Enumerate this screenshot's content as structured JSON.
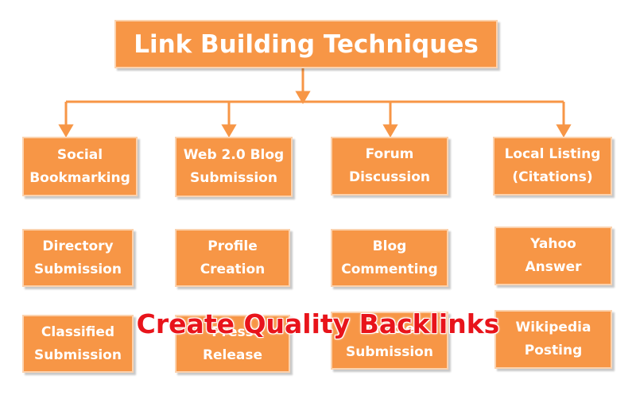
{
  "diagram": {
    "title": "Link Building Techniques",
    "columns": [
      {
        "header": [
          "Social",
          "Bookmarking"
        ],
        "items": [
          [
            "Directory",
            "Submission"
          ],
          [
            "Classified",
            "Submission"
          ]
        ]
      },
      {
        "header": [
          "Web 2.0 Blog",
          "Submission"
        ],
        "items": [
          [
            "Profile",
            "Creation"
          ],
          [
            "Press",
            "Release"
          ]
        ]
      },
      {
        "header": [
          "Forum",
          "Discussion"
        ],
        "items": [
          [
            "Blog",
            "Commenting"
          ],
          [
            "Article",
            "Submission"
          ]
        ]
      },
      {
        "header": [
          "Local Listing",
          "(Citations)"
        ],
        "items": [
          [
            "Yahoo",
            "Answer"
          ],
          [
            "Wikipedia",
            "Posting"
          ]
        ]
      }
    ]
  },
  "overlay_text": "Create Quality Backlinks",
  "colors": {
    "box_fill": "#f79646",
    "box_border": "#fbd2ae",
    "connector": "#f79646",
    "overlay_text": "#e8141b"
  }
}
